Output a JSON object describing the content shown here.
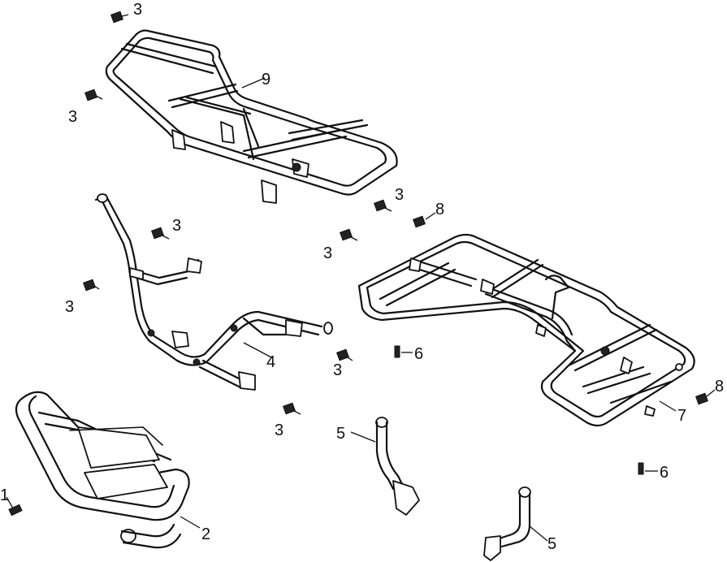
{
  "callouts": {
    "c1": "1",
    "c2": "2",
    "c3a": "3",
    "c3b": "3",
    "c3c": "3",
    "c3d": "3",
    "c3e": "3",
    "c3f": "3",
    "c3g": "3",
    "c3h": "3",
    "c4": "4",
    "c5a": "5",
    "c5b": "5",
    "c6a": "6",
    "c6b": "6",
    "c7": "7",
    "c8a": "8",
    "c8b": "8",
    "c9": "9"
  },
  "colors": {
    "line": "#111111",
    "background": "#ffffff"
  }
}
